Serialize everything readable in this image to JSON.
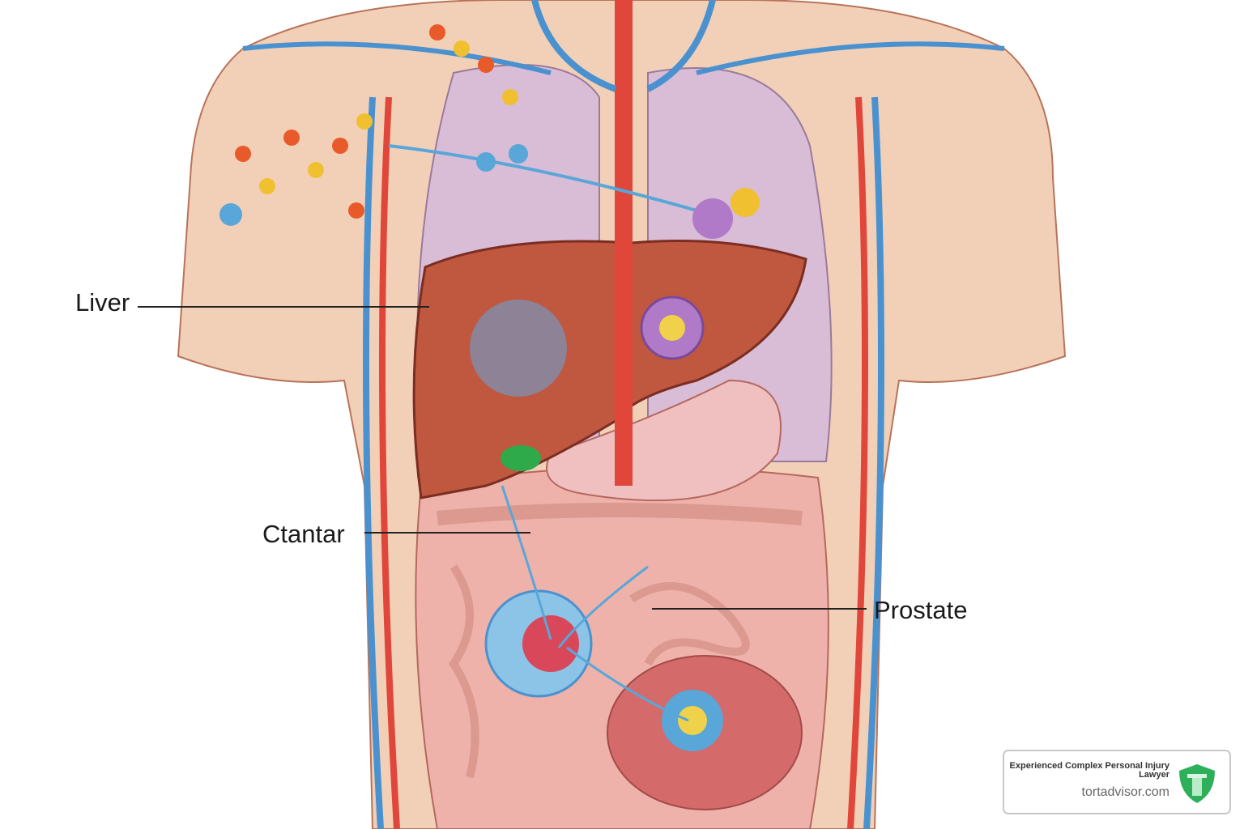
{
  "labels": {
    "liver": "Liver",
    "ctantar": "Ctantar",
    "prostate": "Prostate"
  },
  "badge": {
    "tagline": "Experienced Complex Personal Injury Lawyer",
    "site": "tortadvisor.com",
    "icon": "shield-pillar-icon",
    "color": "#2eb05a"
  },
  "colors": {
    "skin": "#f2d0b8",
    "artery": "#e0463a",
    "vein": "#4a92cf",
    "lung": "#d9bcd6",
    "liver": "#c0573f",
    "intestine": "#eeb2aa"
  }
}
